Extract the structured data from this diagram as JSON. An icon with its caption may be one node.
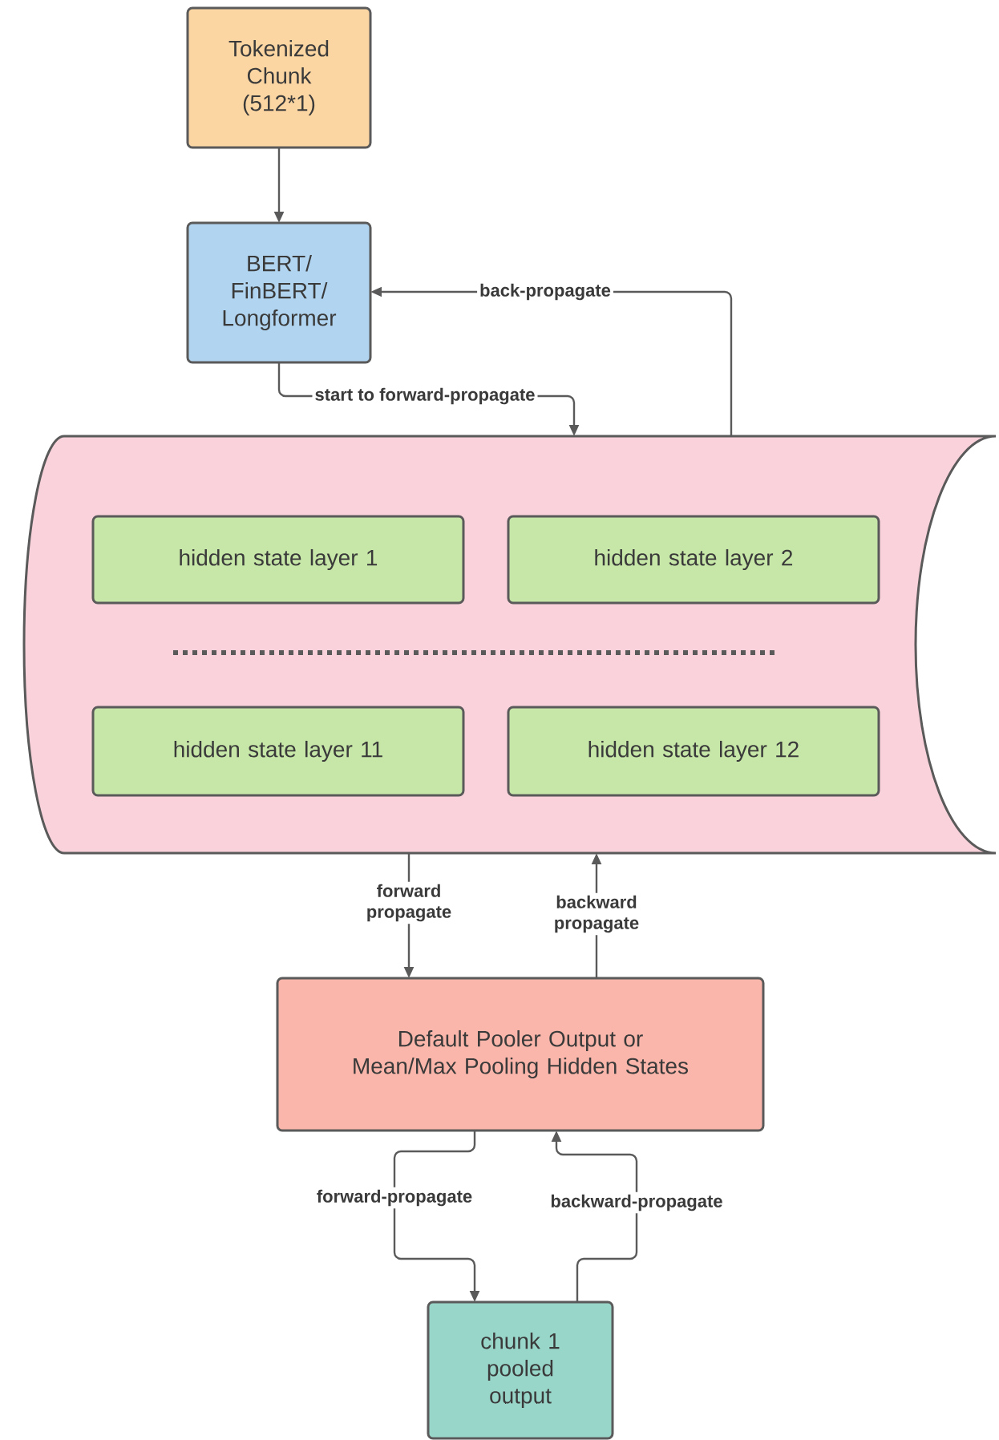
{
  "diagram": {
    "nodes": [
      {
        "text": [
          "Tokenized Chunk (512*1)"
        ]
      },
      {
        "text": [
          "BERT/ FinBERT/ Longformer"
        ]
      },
      {
        "text": [],
        "shape": "cylinder"
      },
      {
        "text": [
          "hidden state layer 1"
        ],
        "in": 2
      },
      {
        "text": [
          "hidden state layer 2"
        ],
        "in": 2
      },
      {
        "text": [
          "hidden state layer 11"
        ],
        "in": 2
      },
      {
        "text": [
          "hidden state layer 12"
        ],
        "in": 2
      },
      {
        "text": [
          "Default Pooler Output or Mean/Max Pooling Hidden States"
        ]
      },
      {
        "text": [
          "chunk 1 pooled output"
        ]
      }
    ],
    "edges": [
      {
        "from": 0,
        "to": 1,
        "arrow": "to"
      },
      {
        "from": 1,
        "to": 2,
        "arrow": "to",
        "label": "start to forward-propagate"
      },
      {
        "from": 2,
        "to": 1,
        "arrow": "to",
        "label": "back-propagate"
      },
      {
        "from": 2,
        "to": 7,
        "arrow": "to",
        "label": "forward propagate"
      },
      {
        "from": 7,
        "to": 2,
        "arrow": "to",
        "label": "backward propagate"
      },
      {
        "from": 7,
        "to": 8,
        "arrow": "to",
        "label": "forward-propagate"
      },
      {
        "from": 8,
        "to": 7,
        "arrow": "to",
        "label": "backward-propagate"
      }
    ]
  }
}
